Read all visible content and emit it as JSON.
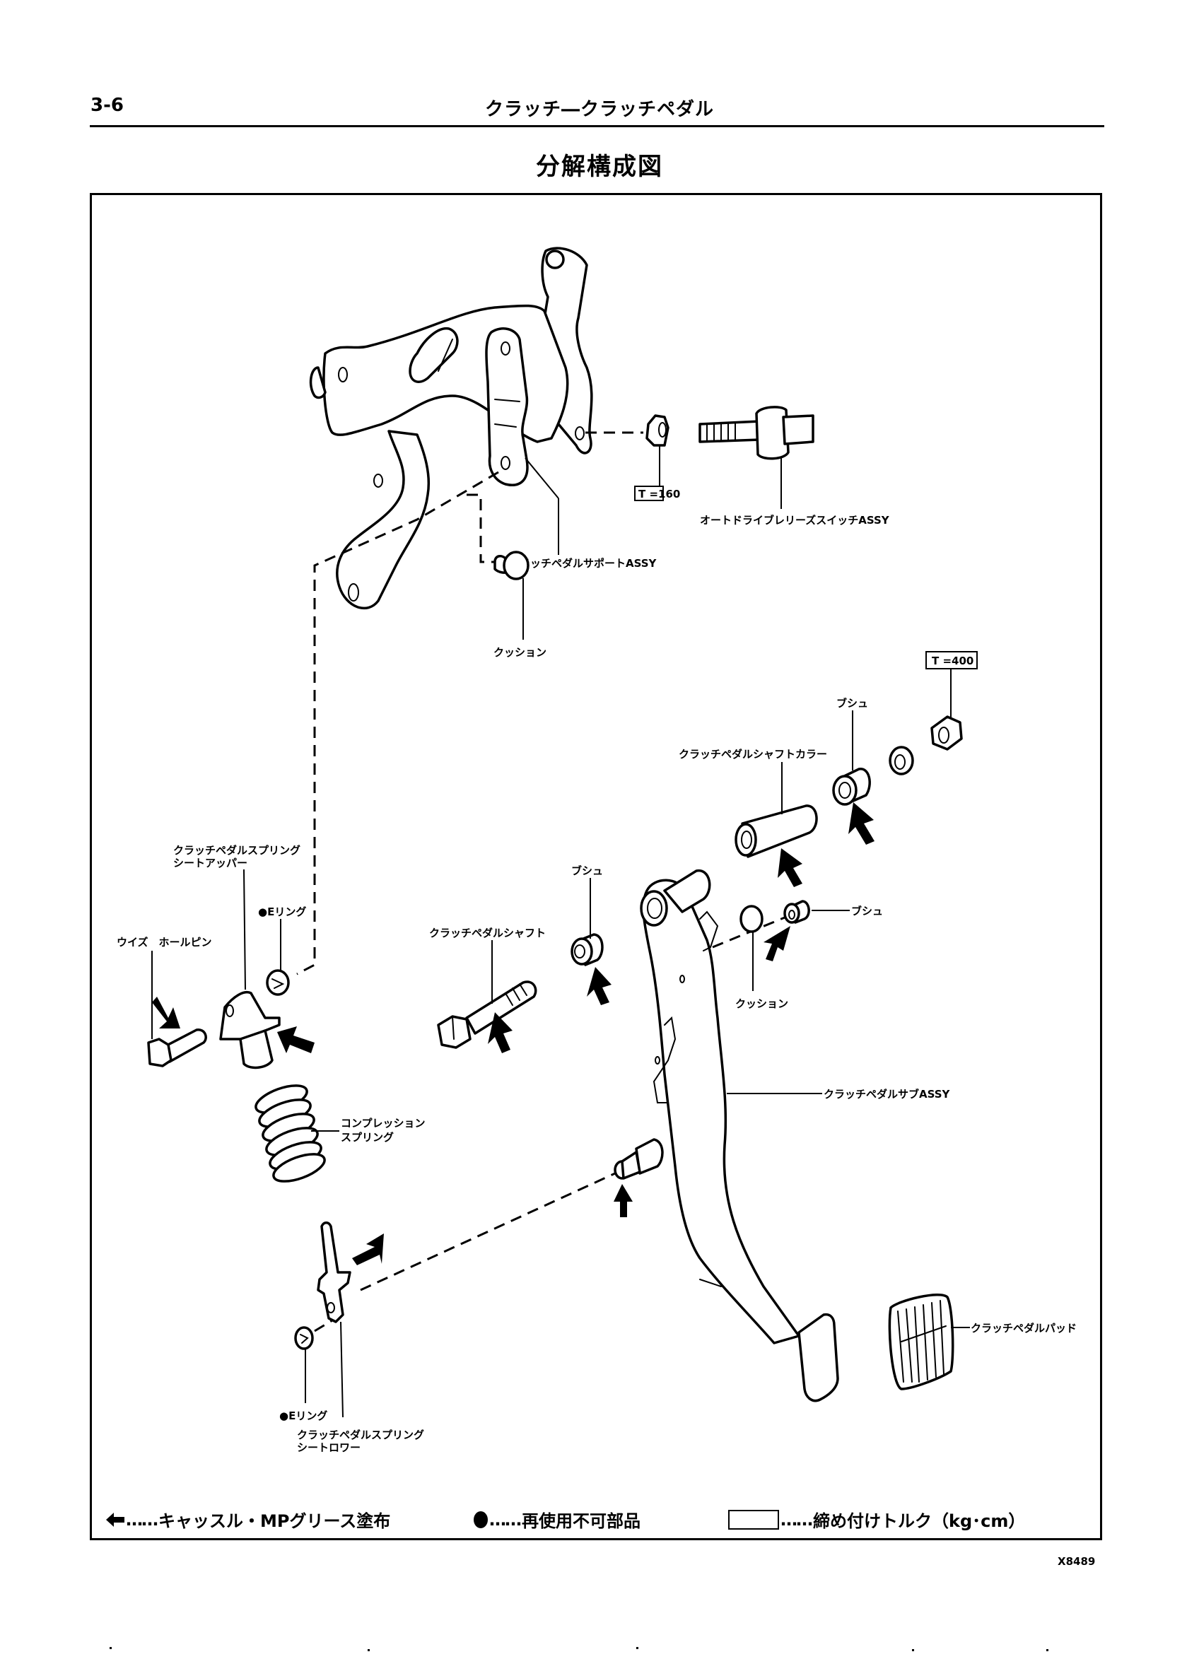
{
  "header": {
    "page_number": "3-6",
    "section_title": "クラッチ―クラッチペダル"
  },
  "figure": {
    "title": "分解構成図",
    "code": "X8489"
  },
  "parts": {
    "support_assy": "クラッチペダルサポートASSY",
    "cushion_upper": "クッション",
    "auto_drive_switch": "オートドライブレリーズスイッチASSY",
    "torque_nut_switch": "T =160",
    "torque_nut_shaft": "T =400",
    "bush_upper": "ブシュ",
    "shaft_collar": "クラッチペダルシャフトカラー",
    "spring_seat_upper_line1": "クラッチペダルスプリング",
    "spring_seat_upper_line2": "シートアッパー",
    "e_ring_upper": "●Eリング",
    "wise_hole_pin": "ウイズ　ホールピン",
    "pedal_shaft": "クラッチペダルシャフト",
    "bush_middle": "ブシュ",
    "bush_right": "ブシュ",
    "cushion_lower": "クッション",
    "pedal_sub_assy": "クラッチペダルサブASSY",
    "compression_spring_line1": "コンプレッション",
    "compression_spring_line2": "スプリング",
    "pedal_pad": "クラッチペダルパッド",
    "e_ring_lower": "●Eリング",
    "spring_seat_lower_line1": "クラッチペダルスプリング",
    "spring_seat_lower_line2": "シートロワー"
  },
  "legend": {
    "grease": {
      "symbol": "arrow-icon",
      "dots": "……",
      "label": "キャッスル・MPグリース塗布"
    },
    "non_reusable": {
      "symbol": "filled-circle-icon",
      "dots": "……",
      "label": "再使用不可部品"
    },
    "torque": {
      "symbol": "empty-box-icon",
      "dots": "……",
      "label": "締め付けトルク（kg･cm）"
    }
  }
}
